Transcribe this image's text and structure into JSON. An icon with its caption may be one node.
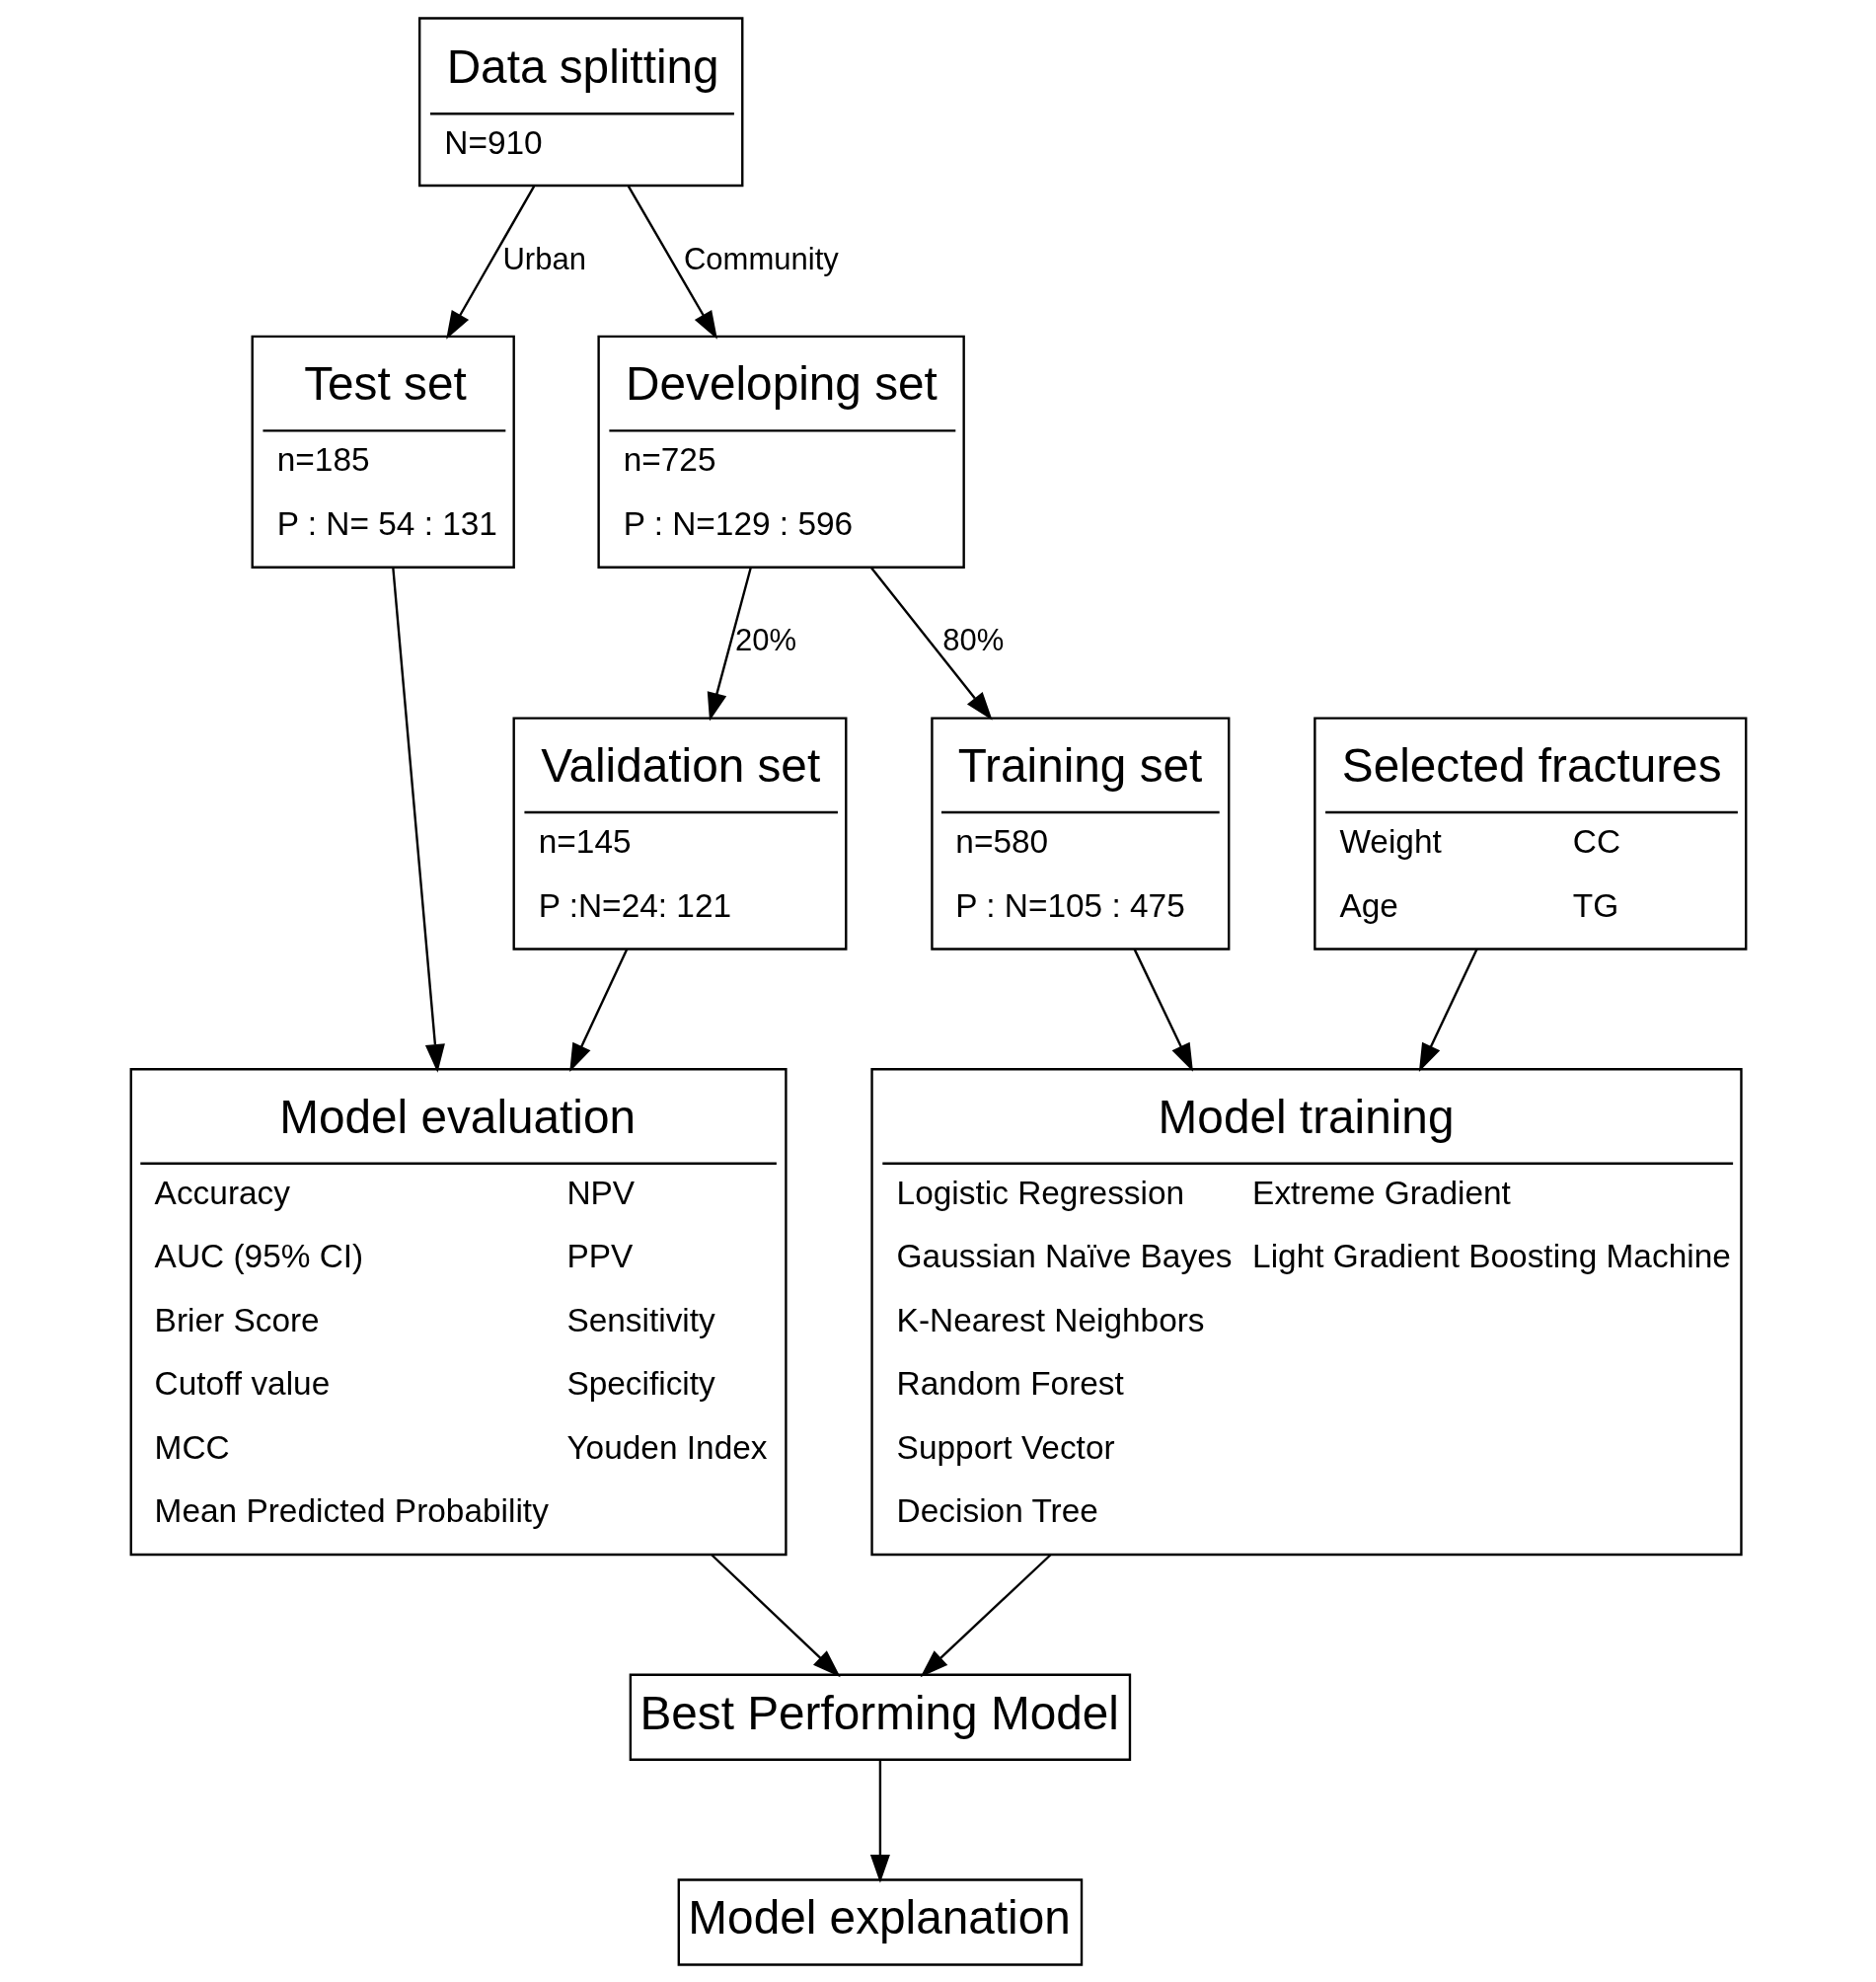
{
  "diagram": {
    "nodes": [
      {
        "text": [
          "Data splitting",
          "N=910"
        ]
      },
      {
        "text": [
          "Developing set",
          "n=725",
          "P : N=129 : 596"
        ]
      },
      {
        "text": [
          "Test set",
          "n=185",
          "P : N= 54 : 131"
        ]
      },
      {
        "text": [
          "Selected fractures",
          "Weight",
          "CC",
          "Age",
          "TG"
        ]
      },
      {
        "text": [
          "Training set",
          "n=580",
          "P : N=105 : 475"
        ]
      },
      {
        "text": [
          "Validation set",
          "n=145",
          "P :N=24: 121"
        ]
      },
      {
        "text": [
          "Model training",
          "Logistic Regression",
          "Gaussian Naïve Bayes",
          "K-Nearest Neighbors",
          "Random Forest",
          "Support Vector",
          "Decision Tree",
          "Extreme Gradient",
          "Light Gradient Boosting Machine"
        ]
      },
      {
        "text": [
          "Model evaluation",
          "Accuracy",
          "AUC (95% CI)",
          "Brier Score",
          "Cutoff value",
          "MCC",
          "Mean Predicted Probability",
          "NPV",
          "PPV",
          "Sensitivity",
          "Specificity",
          "Youden Index"
        ]
      },
      {
        "text": [
          "Best Performing Model"
        ]
      },
      {
        "text": [
          "Model explanation"
        ]
      }
    ],
    "edges": [
      {
        "from": 0,
        "to": 1,
        "arrow": "to",
        "label": "Community"
      },
      {
        "from": 0,
        "to": 2,
        "arrow": "to",
        "label": "Urban"
      },
      {
        "from": 1,
        "to": 4,
        "arrow": "to",
        "label": "80%"
      },
      {
        "from": 1,
        "to": 5,
        "arrow": "to",
        "label": "20%"
      },
      {
        "from": 3,
        "to": 6,
        "arrow": "to"
      },
      {
        "from": 4,
        "to": 6,
        "arrow": "to"
      },
      {
        "from": 5,
        "to": 7,
        "arrow": "to"
      },
      {
        "from": 2,
        "to": 7,
        "arrow": "to"
      },
      {
        "from": 6,
        "to": 8,
        "arrow": "to"
      },
      {
        "from": 7,
        "to": 8,
        "arrow": "to"
      },
      {
        "from": 8,
        "to": 9,
        "arrow": "to"
      }
    ]
  }
}
